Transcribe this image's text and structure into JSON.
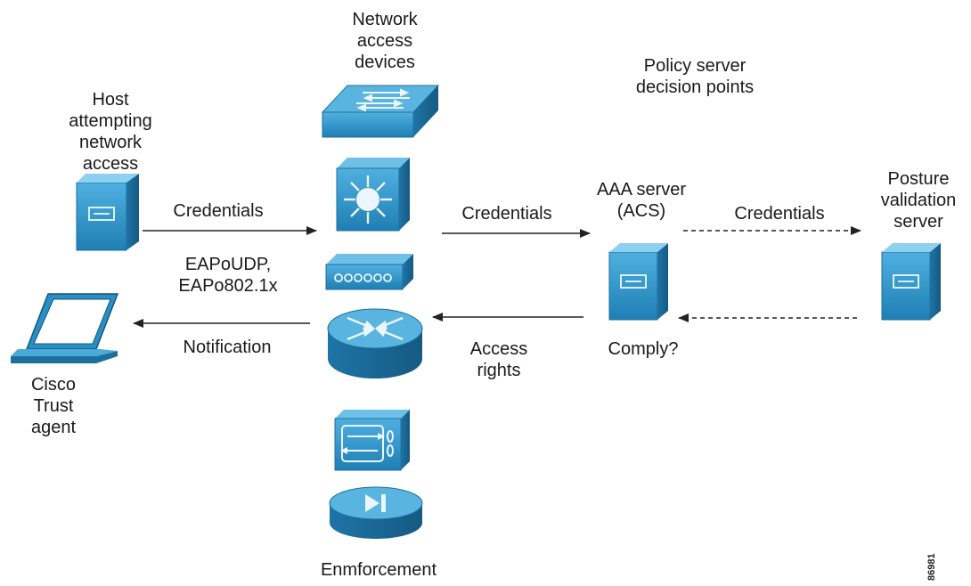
{
  "labels": {
    "nad_header": [
      "Network",
      "access",
      "devices"
    ],
    "policy_header": [
      "Policy server",
      "decision points"
    ],
    "host": [
      "Host",
      "attempting",
      "network",
      "access"
    ],
    "cta": [
      "Cisco",
      "Trust",
      "agent"
    ],
    "aaa": [
      "AAA server",
      "(ACS)"
    ],
    "posture": [
      "Posture",
      "validation",
      "server"
    ],
    "enforcement": "Enmforcement",
    "figure_number": "86981"
  },
  "arrows": {
    "host_to_nad": "Credentials",
    "protocols": [
      "EAPoUDP,",
      "EAPo802.1x"
    ],
    "nad_to_cta": "Notification",
    "nad_to_aaa": "Credentials",
    "aaa_to_nad": [
      "Access",
      "rights"
    ],
    "aaa_to_posture": "Credentials",
    "posture_to_aaa": "Comply?"
  },
  "icons": {
    "switch_chassis": "switch-icon",
    "multilayer_switch": "multilayer-switch-icon",
    "hub": "hub-icon",
    "router": "router-icon",
    "firewall": "firewall-icon",
    "vpn": "vpn-concentrator-icon",
    "host": "server-icon",
    "laptop": "laptop-icon",
    "aaa": "server-icon",
    "posture": "server-icon"
  },
  "colors": {
    "device_blue": "#2a8fc4",
    "device_dark": "#1d6f9c",
    "device_light": "#5ab4e0",
    "arrow": "#222222"
  }
}
